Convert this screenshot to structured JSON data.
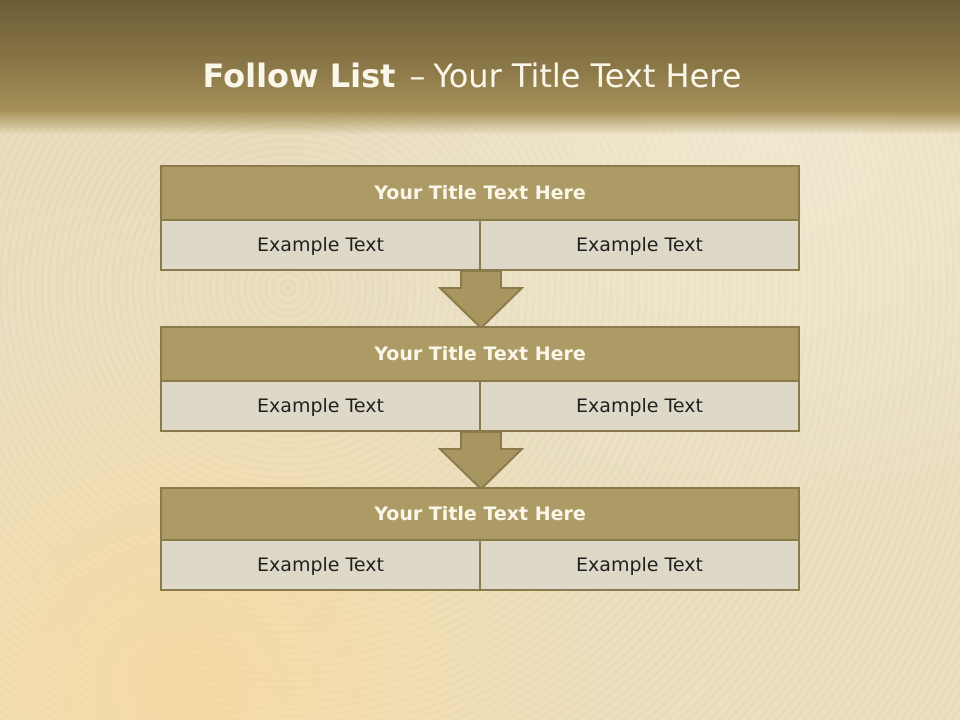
{
  "title": {
    "bold": "Follow List",
    "separator": "–",
    "rest": "Your Title Text Here"
  },
  "blocks": [
    {
      "header": "Your Title Text Here",
      "left": "Example Text",
      "right": "Example Text"
    },
    {
      "header": "Your Title Text Here",
      "left": "Example Text",
      "right": "Example Text"
    },
    {
      "header": "Your Title Text Here",
      "left": "Example Text",
      "right": "Example Text"
    }
  ],
  "colors": {
    "accent": "#ad9b66",
    "border": "#8b7a4b",
    "cell": "#ddd8c7",
    "title_text": "#fbf6ea"
  }
}
